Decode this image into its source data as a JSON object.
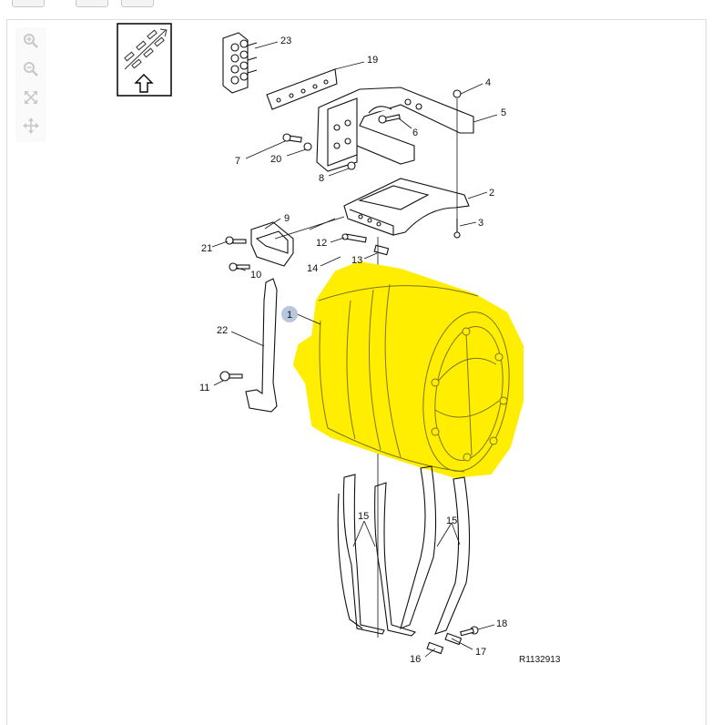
{
  "toolbar": {
    "zoom_in_icon": "magnifier-plus-icon",
    "zoom_out_icon": "magnifier-minus-icon",
    "fit_icon": "expand-arrows-icon",
    "pan_icon": "move-cross-icon"
  },
  "diagram": {
    "reference_code": "R1132913",
    "highlight_color": "#ffee00",
    "selected_callout_color": "#b8c6dc",
    "callouts": {
      "c1": "1",
      "c2": "2",
      "c3": "3",
      "c4": "4",
      "c5": "5",
      "c6": "6",
      "c7": "7",
      "c8": "8",
      "c9": "9",
      "c10": "10",
      "c11": "11",
      "c12": "12",
      "c13": "13",
      "c14": "14",
      "c15a": "15",
      "c15b": "15",
      "c16": "16",
      "c17": "17",
      "c18": "18",
      "c19": "19",
      "c20": "20",
      "c21": "21",
      "c22": "22",
      "c23": "23"
    }
  }
}
